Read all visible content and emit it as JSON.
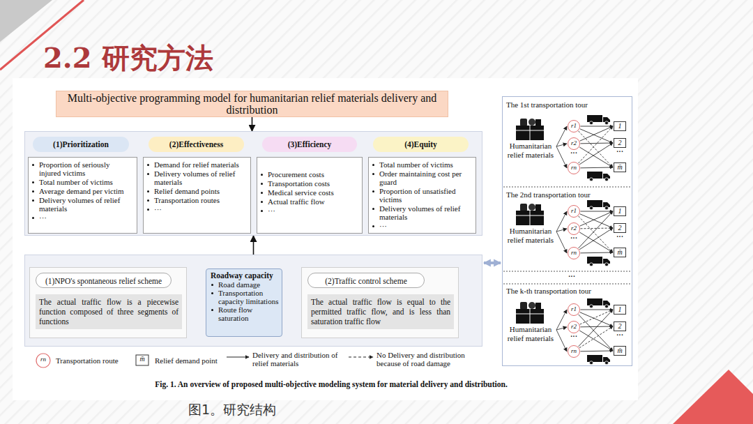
{
  "diagram": {
    "title": "2.2 研究方法",
    "caption": "图1。研究结构",
    "nodes": [
      {
        "text": [
          "Multi-objective programming model for humanitarian relief materials delivery and distribution"
        ]
      },
      {
        "text": []
      },
      {
        "text": [
          "(1)Prioritization"
        ],
        "in": 1
      },
      {
        "text": [
          "Proportion of seriously injured victims",
          "Total number of victims",
          "Average demand per victim",
          "Delivery volumes of relief materials",
          "···"
        ],
        "in": 1
      },
      {
        "text": [
          "(2)Effectiveness"
        ],
        "in": 1
      },
      {
        "text": [
          "Demand for relief materials",
          "Delivery volumes of relief materials",
          "Relief demand points",
          "Transportation routes",
          "···"
        ],
        "in": 1
      },
      {
        "text": [
          "(3)Efficiency"
        ],
        "in": 1
      },
      {
        "text": [
          "Procurement costs",
          "Transportation costs",
          "Medical service costs",
          "Actual traffic flow",
          "···"
        ],
        "in": 1
      },
      {
        "text": [
          "(4)Equity"
        ],
        "in": 1
      },
      {
        "text": [
          "Total number of victims",
          "Order maintaining cost per guard",
          "Proportion of unsatisfied victims",
          "Delivery volumes of relief materials",
          "···"
        ],
        "in": 1
      },
      {
        "text": []
      },
      {
        "text": [
          "(1)NPO's spontaneous relief scheme",
          "The actual traffic flow is a piecewise function composed of three segments of functions"
        ],
        "in": 10
      },
      {
        "text": [
          "Roadway capacity",
          "Road damage",
          "Transportation capacity limitations",
          "Route flow saturation"
        ],
        "in": 10
      },
      {
        "text": [
          "(2)Traffic control scheme",
          "The actual traffic flow is equal to the permitted traffic flow, and is less than saturation traffic flow"
        ],
        "in": 10
      },
      {
        "text": []
      },
      {
        "text": [
          "r1"
        ],
        "in": 14
      },
      {
        "text": [
          "r2"
        ],
        "in": 14
      },
      {
        "text": [
          "rn"
        ],
        "in": 14
      },
      {
        "text": [
          "1"
        ],
        "in": 14
      },
      {
        "text": [
          "2"
        ],
        "in": 14
      },
      {
        "text": [
          "m̄"
        ],
        "in": 14
      },
      {
        "text": [
          "r1"
        ],
        "in": 14
      },
      {
        "text": [
          "r2"
        ],
        "in": 14
      },
      {
        "text": [
          "rn"
        ],
        "in": 14
      },
      {
        "text": [
          "1"
        ],
        "in": 14
      },
      {
        "text": [
          "2"
        ],
        "in": 14
      },
      {
        "text": [
          "m̄"
        ],
        "in": 14
      },
      {
        "text": [
          "r1"
        ],
        "in": 14
      },
      {
        "text": [
          "r2"
        ],
        "in": 14
      },
      {
        "text": [
          "rn"
        ],
        "in": 14
      },
      {
        "text": [
          "1"
        ],
        "in": 14
      },
      {
        "text": [
          "2"
        ],
        "in": 14
      },
      {
        "text": [
          "m̄"
        ],
        "in": 14
      }
    ],
    "edges": [
      {
        "from": 0,
        "to": 1,
        "arrow": "to"
      },
      {
        "from": 10,
        "to": 1,
        "arrow": "to"
      },
      {
        "from": 10,
        "to": 14,
        "arrow": "both"
      },
      {
        "from": 15,
        "to": 18,
        "arrow": "to"
      },
      {
        "from": 15,
        "to": 19,
        "arrow": "to"
      },
      {
        "from": 15,
        "to": 20,
        "arrow": "to"
      },
      {
        "from": 16,
        "to": 18,
        "arrow": "to"
      },
      {
        "from": 16,
        "to": 19,
        "arrow": "to"
      },
      {
        "from": 16,
        "to": 20,
        "arrow": "to"
      },
      {
        "from": 17,
        "to": 18,
        "arrow": "to"
      },
      {
        "from": 17,
        "to": 19,
        "arrow": "to"
      },
      {
        "from": 17,
        "to": 20,
        "arrow": "to"
      },
      {
        "from": 21,
        "to": 24,
        "arrow": "to"
      },
      {
        "from": 21,
        "to": 25,
        "arrow": "to"
      },
      {
        "from": 21,
        "to": 26,
        "arrow": "to"
      },
      {
        "from": 22,
        "to": 24,
        "arrow": "to"
      },
      {
        "from": 22,
        "to": 25,
        "arrow": "to"
      },
      {
        "from": 22,
        "to": 26,
        "arrow": "to"
      },
      {
        "from": 23,
        "to": 24,
        "arrow": "to"
      },
      {
        "from": 23,
        "to": 25,
        "arrow": "to"
      },
      {
        "from": 23,
        "to": 26,
        "arrow": "to"
      },
      {
        "from": 27,
        "to": 30,
        "arrow": "to"
      },
      {
        "from": 27,
        "to": 31,
        "arrow": "to"
      },
      {
        "from": 27,
        "to": 32,
        "arrow": "to"
      },
      {
        "from": 28,
        "to": 30,
        "arrow": "to"
      },
      {
        "from": 28,
        "to": 31,
        "arrow": "to"
      },
      {
        "from": 28,
        "to": 32,
        "arrow": "to"
      },
      {
        "from": 29,
        "to": 30,
        "arrow": "to"
      },
      {
        "from": 29,
        "to": 31,
        "arrow": "to"
      },
      {
        "from": 29,
        "to": 32,
        "arrow": "to"
      }
    ],
    "labels": [
      "The 1st transportation tour",
      "Humanitarian relief materials",
      "···",
      "···",
      "The 2nd transportation tour",
      "Humanitarian relief materials",
      "···",
      "···",
      "···",
      "The k-th transportation tour",
      "Humanitarian relief materials",
      "···",
      "···",
      "rn",
      "m̄",
      "Fig. 1. An overview of proposed multi-objective modeling system for material delivery and distribution."
    ],
    "legend": [
      {
        "text": "Transportation route"
      },
      {
        "text": "Relief demand point"
      },
      {
        "text": "Delivery and distribution of relief materials"
      },
      {
        "text": "No Delivery and distribution because of road damage"
      }
    ]
  }
}
